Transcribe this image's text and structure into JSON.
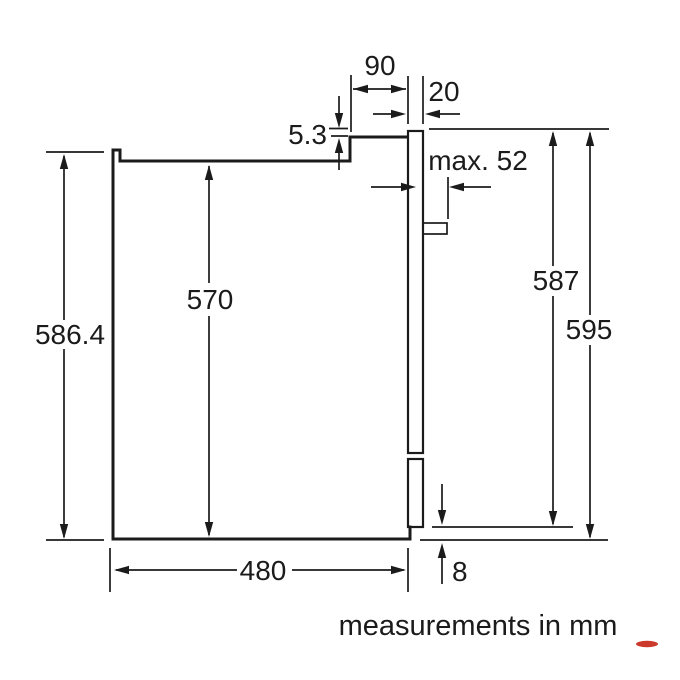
{
  "diagram": {
    "type": "installation-dimension-drawing",
    "dimensions": {
      "top_depth": "90",
      "front_frame_thickness": "20",
      "top_lip": "5.3",
      "max_side_clearance": "max. 52",
      "inner_height": "570",
      "rear_height": "586.4",
      "frame_height": "587",
      "total_height": "595",
      "body_depth": "480",
      "bottom_gap": "8"
    },
    "footer_note": "measurements in mm",
    "colors": {
      "line": "#1b1b1b",
      "accent_mark": "#cb3a2a",
      "background": "#ffffff"
    }
  }
}
